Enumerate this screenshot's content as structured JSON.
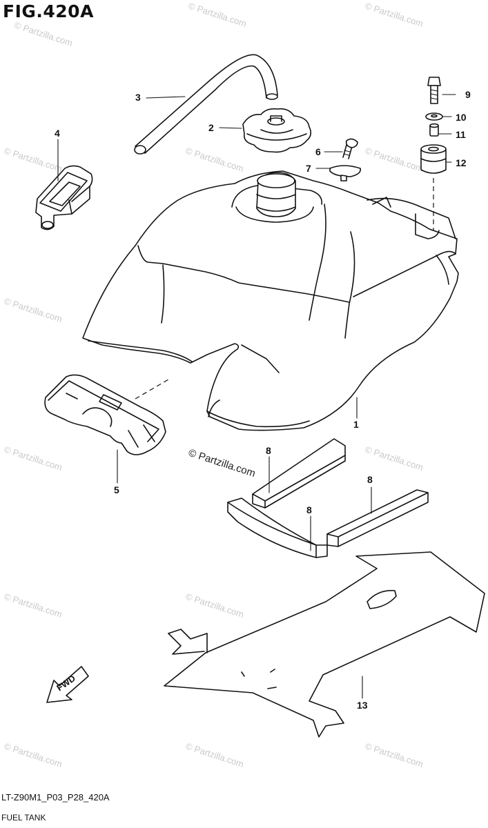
{
  "figure_title": "FIG.420A",
  "drawing_code": "LT-Z90M1_P03_P28_420A",
  "caption": "FUEL TANK",
  "fwd_label": "FWD",
  "center_watermark": "© Partzilla.com",
  "watermark_text": "© Partzilla.com",
  "callouts": [
    {
      "id": "c1",
      "text": "1"
    },
    {
      "id": "c2",
      "text": "2"
    },
    {
      "id": "c3",
      "text": "3"
    },
    {
      "id": "c4",
      "text": "4"
    },
    {
      "id": "c5",
      "text": "5"
    },
    {
      "id": "c6",
      "text": "6"
    },
    {
      "id": "c7",
      "text": "7"
    },
    {
      "id": "c8a",
      "text": "8"
    },
    {
      "id": "c8b",
      "text": "8"
    },
    {
      "id": "c8c",
      "text": "8"
    },
    {
      "id": "c9",
      "text": "9"
    },
    {
      "id": "c10",
      "text": "10"
    },
    {
      "id": "c11",
      "text": "11"
    },
    {
      "id": "c12",
      "text": "12"
    },
    {
      "id": "c13",
      "text": "13"
    }
  ]
}
